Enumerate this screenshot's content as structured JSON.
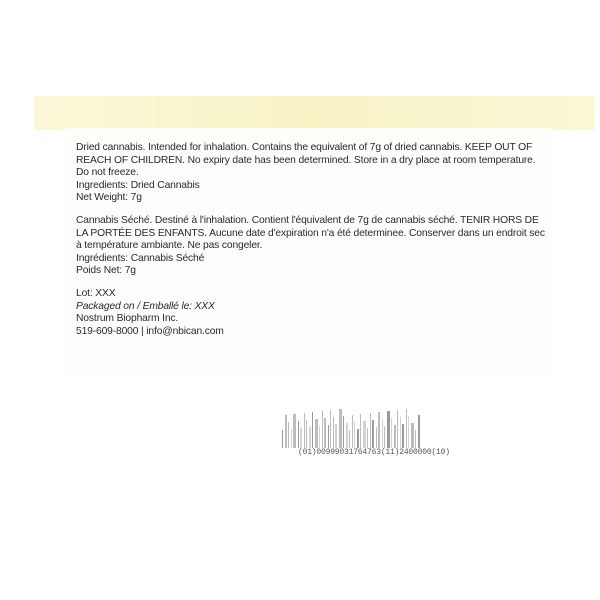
{
  "label_en": {
    "description": "Dried cannabis. Intended for inhalation. Contains the equivalent of 7g of dried cannabis. KEEP OUT OF REACH OF CHILDREN. No expiry date has been determined. Store in a dry place at room temperature. Do not freeze.",
    "ingredients": "Ingredients: Dried Cannabis",
    "net_weight": "Net Weight: 7g"
  },
  "label_fr": {
    "description": "Cannabis Séché. Destiné à l'inhalation. Contient l'équivalent de 7g de cannabis séché. TENIR HORS DE LA PORTÉE DES ENFANTS. Aucune date d'expiration n'a été determinee. Conserver dans un endroit sec à température ambiante. Ne pas congeler.",
    "ingredients": "Ingrédients: Cannabis Séché",
    "net_weight": "Poids Net: 7g"
  },
  "producer": {
    "lot": "Lot: XXX",
    "packaged_on": "Packaged on / Emballé le: XXX",
    "company": "Nostrum Biopharm Inc.",
    "contact": "519-609-8000 | info@nbican.com"
  },
  "barcode": {
    "human_readable": "(01)00999031764763(11)2400000(10)"
  },
  "colors": {
    "band": "#f7f2c4",
    "text": "#2a2a2a"
  }
}
